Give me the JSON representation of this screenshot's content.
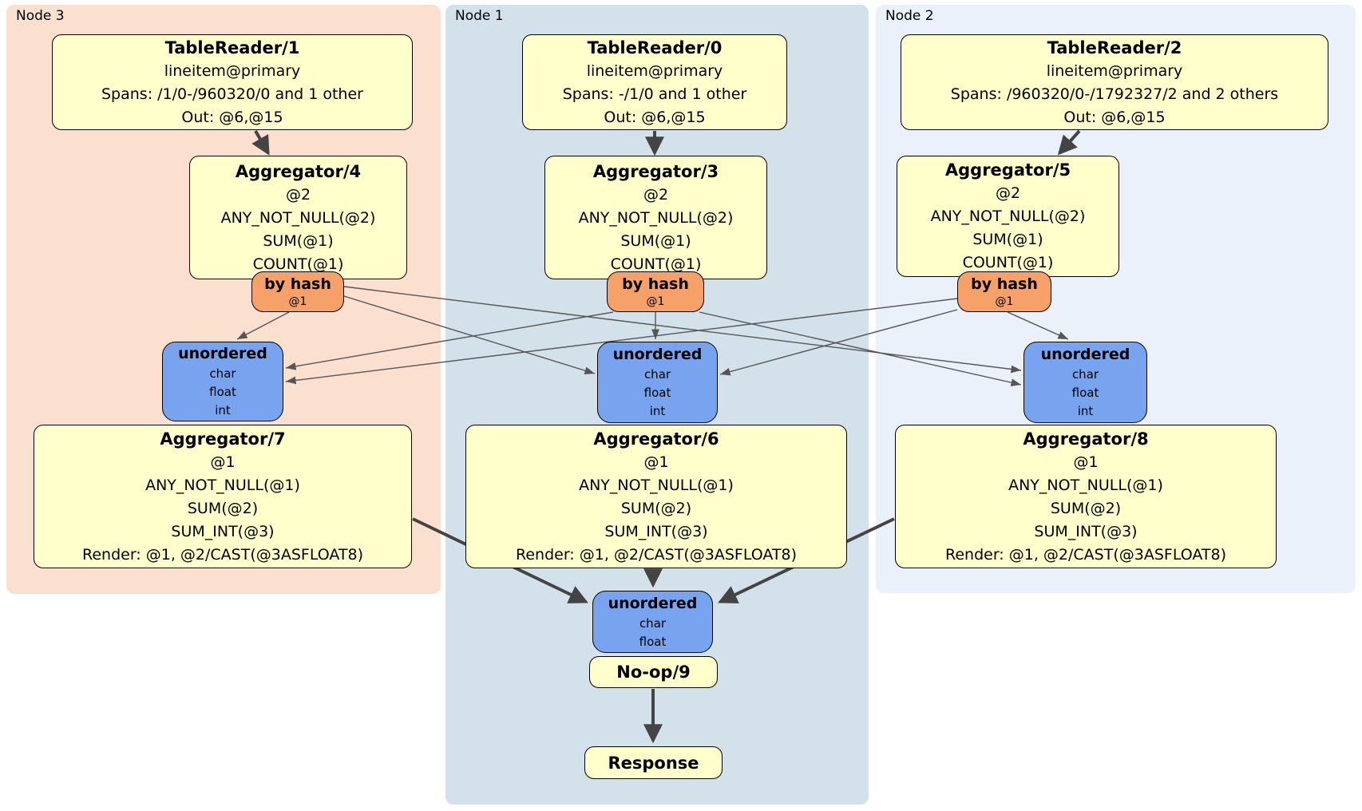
{
  "diagram_title": "distsql-physical-plan",
  "colors": {
    "operator_fill": "#ffffcc",
    "router_fill": "#f5a169",
    "sync_fill": "#78a3ef",
    "node3_panel_bg": "#fbe0d0",
    "node1_panel_bg": "#d3e1ea",
    "node2_panel_bg": "#eaf1fa",
    "edge_thin": "#555555",
    "edge_thick": "#444444",
    "box_border": "#000000"
  },
  "node3": {
    "label": "Node 3",
    "tablereader": {
      "title": "TableReader/1",
      "index": "lineitem@primary",
      "spans": "Spans: /1/0-/960320/0 and 1 other",
      "out": "Out: @6,@15"
    },
    "aggregator_top": {
      "title": "Aggregator/4",
      "group": "@2",
      "exprs": [
        "ANY_NOT_NULL(@2)",
        "SUM(@1)",
        "COUNT(@1)"
      ]
    },
    "router": {
      "title": "by hash",
      "key": "@1"
    },
    "sync": {
      "title": "unordered",
      "columns": [
        "char",
        "float",
        "int"
      ]
    },
    "aggregator_bottom": {
      "title": "Aggregator/7",
      "group": "@1",
      "exprs": [
        "ANY_NOT_NULL(@1)",
        "SUM(@2)",
        "SUM_INT(@3)",
        "Render: @1, @2/CAST(@3ASFLOAT8)"
      ]
    }
  },
  "node1": {
    "label": "Node 1",
    "tablereader": {
      "title": "TableReader/0",
      "index": "lineitem@primary",
      "spans": "Spans: -/1/0 and 1 other",
      "out": "Out: @6,@15"
    },
    "aggregator_top": {
      "title": "Aggregator/3",
      "group": "@2",
      "exprs": [
        "ANY_NOT_NULL(@2)",
        "SUM(@1)",
        "COUNT(@1)"
      ]
    },
    "router": {
      "title": "by hash",
      "key": "@1"
    },
    "sync": {
      "title": "unordered",
      "columns": [
        "char",
        "float",
        "int"
      ]
    },
    "aggregator_bottom": {
      "title": "Aggregator/6",
      "group": "@1",
      "exprs": [
        "ANY_NOT_NULL(@1)",
        "SUM(@2)",
        "SUM_INT(@3)",
        "Render: @1, @2/CAST(@3ASFLOAT8)"
      ]
    }
  },
  "node2": {
    "label": "Node 2",
    "tablereader": {
      "title": "TableReader/2",
      "index": "lineitem@primary",
      "spans": "Spans: /960320/0-/1792327/2 and 2 others",
      "out": "Out: @6,@15"
    },
    "aggregator_top": {
      "title": "Aggregator/5",
      "group": "@2",
      "exprs": [
        "ANY_NOT_NULL(@2)",
        "SUM(@1)",
        "COUNT(@1)"
      ]
    },
    "router": {
      "title": "by hash",
      "key": "@1"
    },
    "sync": {
      "title": "unordered",
      "columns": [
        "char",
        "float",
        "int"
      ]
    },
    "aggregator_bottom": {
      "title": "Aggregator/8",
      "group": "@1",
      "exprs": [
        "ANY_NOT_NULL(@1)",
        "SUM(@2)",
        "SUM_INT(@3)",
        "Render: @1, @2/CAST(@3ASFLOAT8)"
      ]
    }
  },
  "final_stage": {
    "sync": {
      "title": "unordered",
      "columns": [
        "char",
        "float"
      ]
    },
    "noop": {
      "title": "No-op/9"
    },
    "response": {
      "title": "Response"
    }
  }
}
